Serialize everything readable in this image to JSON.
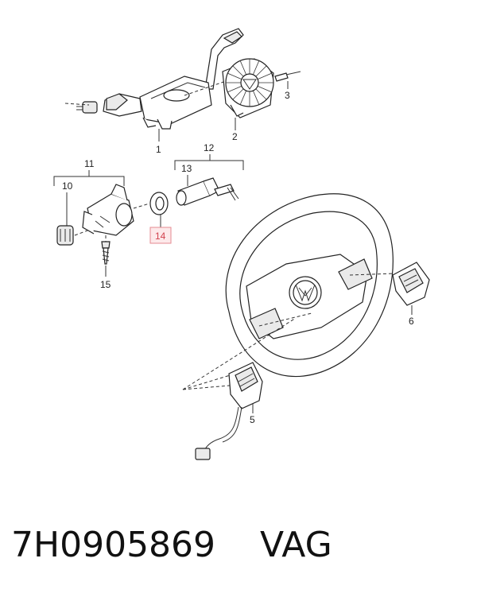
{
  "labels": {
    "p1": "1",
    "p2": "2",
    "p3": "3",
    "p5": "5",
    "p6": "6",
    "p10": "10",
    "p11": "11",
    "p12": "12",
    "p13": "13",
    "p14": "14",
    "p15": "15"
  },
  "highlight_color": "#d2434f",
  "footer": {
    "part_number": "7H0905869",
    "brand": "VAG"
  }
}
